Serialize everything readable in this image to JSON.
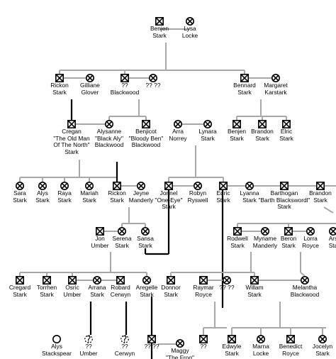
{
  "people": [
    {
      "id": "benjen1",
      "name": "Benjen\nStark",
      "sex": "m",
      "deceased": true
    },
    {
      "id": "lysa",
      "name": "Lysa\nLocke",
      "sex": "f",
      "deceased": true
    },
    {
      "id": "rickon1",
      "name": "Rickon\nStark",
      "sex": "m",
      "deceased": true
    },
    {
      "id": "gilliane",
      "name": "Gilliane\nGlover",
      "sex": "f",
      "deceased": true
    },
    {
      "id": "unk_blackwood",
      "name": "??\nBlackwood",
      "sex": "m",
      "deceased": true
    },
    {
      "id": "unk_qq1",
      "name": "?? ??",
      "sex": "f",
      "deceased": true
    },
    {
      "id": "bennard",
      "name": "Bennard\nStark",
      "sex": "m",
      "deceased": true
    },
    {
      "id": "margaret",
      "name": "Margaret\nKarstark",
      "sex": "f",
      "deceased": true
    },
    {
      "id": "cregan",
      "name": "Cregan\n\"The Old Man\nOf The North\"\nStark",
      "sex": "m",
      "deceased": true
    },
    {
      "id": "alysanne",
      "name": "Alysanne\n\"Black Aly\"\nBlackwood",
      "sex": "f",
      "deceased": true
    },
    {
      "id": "benjicot",
      "name": "Benjicot\n\"Bloody Ben\"\nBlackwood",
      "sex": "m",
      "deceased": true
    },
    {
      "id": "arra",
      "name": "Arra\nNorrey",
      "sex": "f",
      "deceased": true
    },
    {
      "id": "lynara",
      "name": "Lynara\nStark",
      "sex": "f",
      "deceased": true
    },
    {
      "id": "benjen2",
      "name": "Benjen\nStark",
      "sex": "m",
      "deceased": true
    },
    {
      "id": "brandon1",
      "name": "Brandon\nStark",
      "sex": "m",
      "deceased": true
    },
    {
      "id": "elric",
      "name": "Elric\nStark",
      "sex": "m",
      "deceased": true
    },
    {
      "id": "sara",
      "name": "Sara\nStark",
      "sex": "f",
      "deceased": true
    },
    {
      "id": "alys",
      "name": "Alys\nStark",
      "sex": "f",
      "deceased": true
    },
    {
      "id": "raya",
      "name": "Raya\nStark",
      "sex": "f",
      "deceased": true
    },
    {
      "id": "mariah",
      "name": "Mariah\nStark",
      "sex": "f",
      "deceased": true
    },
    {
      "id": "rickon2",
      "name": "Rickon\nStark",
      "sex": "m",
      "deceased": true
    },
    {
      "id": "jeyne",
      "name": "Jeyne\nManderly",
      "sex": "f",
      "deceased": true
    },
    {
      "id": "jonnel",
      "name": "Jonnel\n\"One-Eye\"\nStark",
      "sex": "m",
      "deceased": true
    },
    {
      "id": "robyn",
      "name": "Robyn\nRyswell",
      "sex": "f",
      "deceased": true
    },
    {
      "id": "edric",
      "name": "Edric\nStark",
      "sex": "m",
      "deceased": true
    },
    {
      "id": "lyanna",
      "name": "Lyanna\nStark",
      "sex": "f",
      "deceased": true
    },
    {
      "id": "barthogan",
      "name": "Barthogan\n\"Barth Blackswordl\"\nStark",
      "sex": "m",
      "deceased": true
    },
    {
      "id": "brandon2",
      "name": "Brandon\nStark",
      "sex": "m",
      "deceased": true
    },
    {
      "id": "jon_umber",
      "name": "Jon\nUmber",
      "sex": "m",
      "deceased": true
    },
    {
      "id": "serena",
      "name": "Serena\nStark",
      "sex": "f",
      "deceased": true
    },
    {
      "id": "sansa",
      "name": "Sansa\nStark",
      "sex": "f",
      "deceased": true
    },
    {
      "id": "rodwell",
      "name": "Rodwell\nStark",
      "sex": "m",
      "deceased": true
    },
    {
      "id": "myriame",
      "name": "Myriame\nManderly",
      "sex": "f",
      "deceased": true
    },
    {
      "id": "beron",
      "name": "Beron\nStark",
      "sex": "m",
      "deceased": true
    },
    {
      "id": "lorra",
      "name": "Lorra\nRoyce",
      "sex": "f",
      "deceased": true
    },
    {
      "id": "arsa",
      "name": "Ars\nSta",
      "sex": "f",
      "deceased": true
    },
    {
      "id": "cregard",
      "name": "Cregard\nStark",
      "sex": "m",
      "deceased": true
    },
    {
      "id": "torrhen",
      "name": "Torrhen\nStark",
      "sex": "m",
      "deceased": true
    },
    {
      "id": "osric",
      "name": "Osric\nUmber",
      "sex": "m",
      "deceased": true
    },
    {
      "id": "arrana",
      "name": "Arrana\nStark",
      "sex": "f",
      "deceased": true
    },
    {
      "id": "robard",
      "name": "Robard\nCerwyn",
      "sex": "m",
      "deceased": true
    },
    {
      "id": "aregelle",
      "name": "Aregelle\nStark",
      "sex": "f",
      "deceased": true
    },
    {
      "id": "donnor",
      "name": "Donnor\nStark",
      "sex": "m",
      "deceased": true
    },
    {
      "id": "raymar",
      "name": "Raymar\nRoyce",
      "sex": "m",
      "deceased": true
    },
    {
      "id": "unk_qq2",
      "name": "?? ??",
      "sex": "f",
      "deceased": true
    },
    {
      "id": "willam",
      "name": "Willam\nStark",
      "sex": "m",
      "deceased": true
    },
    {
      "id": "melantha",
      "name": "Melantha\nBlackwood",
      "sex": "f",
      "deceased": true
    },
    {
      "id": "alys_stack",
      "name": "Alys\nStackspear",
      "sex": "f",
      "deceased": false
    },
    {
      "id": "unk_umber",
      "name": "??\nUmber",
      "sex": "unknown",
      "deceased": false
    },
    {
      "id": "unk_cerwyn",
      "name": "??\nCerwyn",
      "sex": "unknown",
      "deceased": false
    },
    {
      "id": "unk_qq3",
      "name": "?? ??",
      "sex": "m",
      "deceased": true
    },
    {
      "id": "maggy",
      "name": "Maggy\n\"The Frog\"",
      "sex": "f",
      "deceased": true
    },
    {
      "id": "unk_qq4",
      "name": "??",
      "sex": "m",
      "deceased": true
    },
    {
      "id": "edwyle",
      "name": "Edwyle\nStark",
      "sex": "m",
      "deceased": true
    },
    {
      "id": "marna",
      "name": "Marna\nLocke",
      "sex": "f",
      "deceased": true
    },
    {
      "id": "benedict",
      "name": "Benedict\nRoyce",
      "sex": "m",
      "deceased": true
    },
    {
      "id": "jocelyn",
      "name": "Jocelyn\nStark",
      "sex": "f",
      "deceased": true
    }
  ]
}
